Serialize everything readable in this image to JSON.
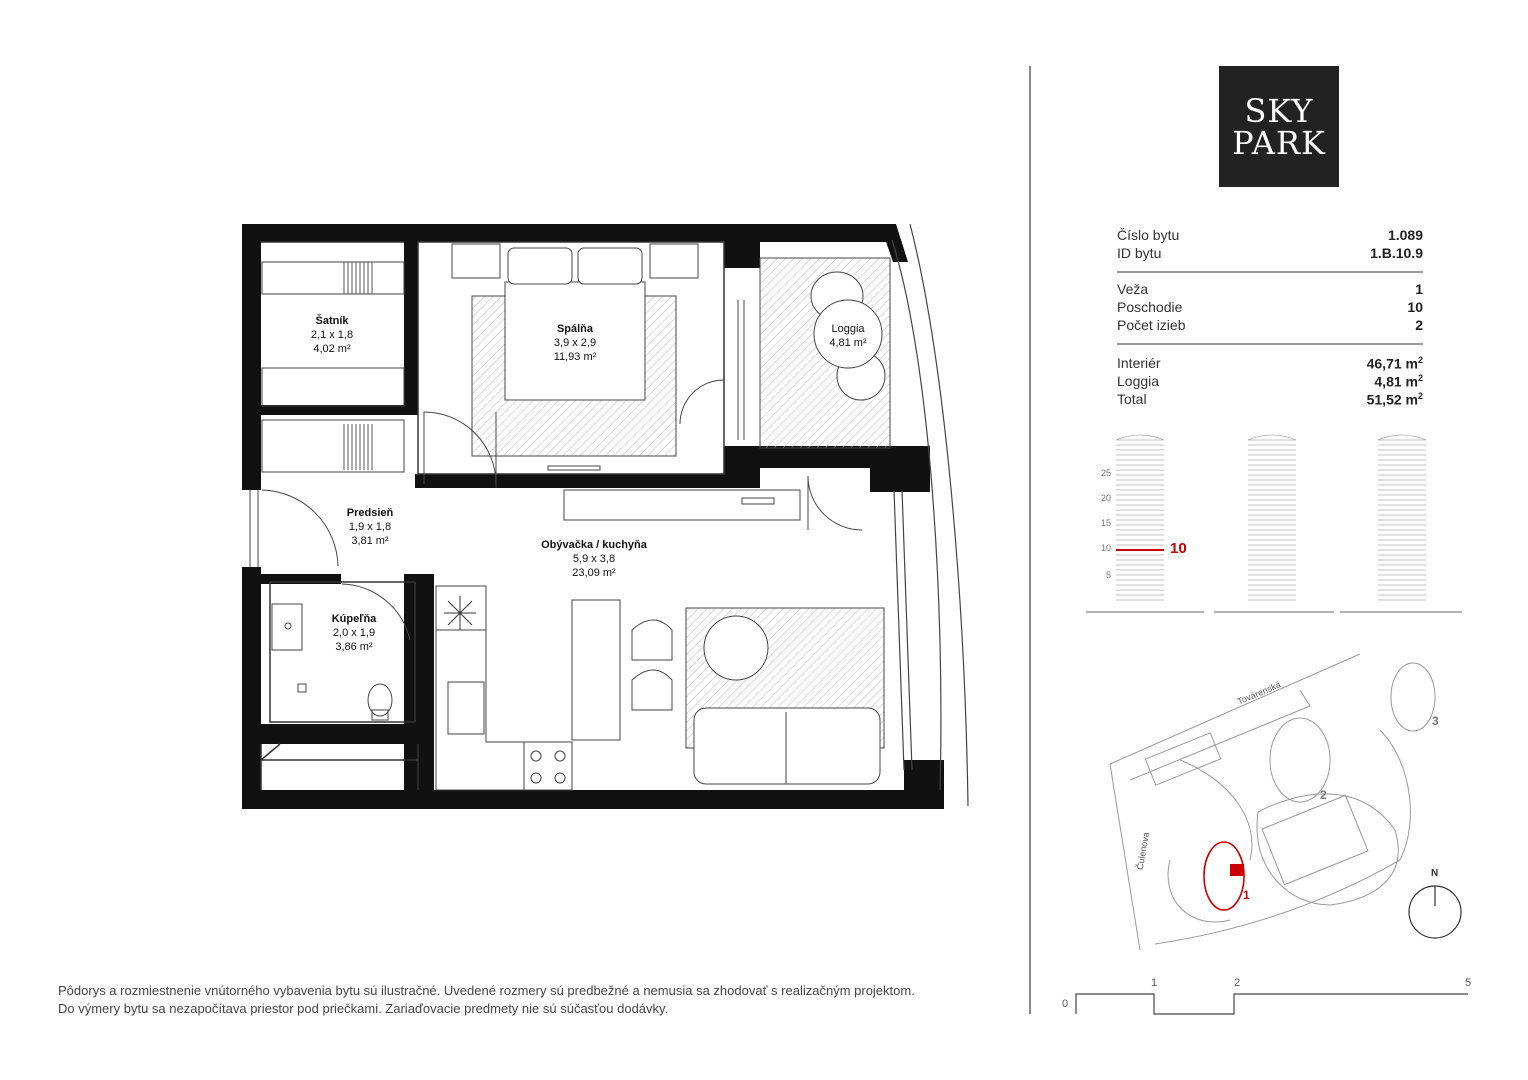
{
  "logo": {
    "line1": "SKY",
    "line2": "PARK"
  },
  "apartment": {
    "cislo_label": "Číslo bytu",
    "cislo_value": "1.089",
    "id_label": "ID bytu",
    "id_value": "1.B.10.9",
    "veza_label": "Veža",
    "veza_value": "1",
    "poschodie_label": "Poschodie",
    "poschodie_value": "10",
    "izby_label": "Počet izieb",
    "izby_value": "2",
    "interier_label": "Interiér",
    "interier_value": "46,71 m",
    "loggia_label": "Loggia",
    "loggia_value": "4,81 m",
    "total_label": "Total",
    "total_value": "51,52 m",
    "area_exp": "2"
  },
  "rooms": {
    "satnik": {
      "name": "Šatník",
      "dims": "2,1 x 1,8",
      "area": "4,02 m²"
    },
    "spalna": {
      "name": "Spálňa",
      "dims": "3,9 x 2,9",
      "area": "11,93 m²"
    },
    "loggia": {
      "name": "Loggia",
      "area": "4,81 m²"
    },
    "predsien": {
      "name": "Predsieň",
      "dims": "1,9 x 1,8",
      "area": "3,81 m²"
    },
    "obyvacka": {
      "name": "Obývačka / kuchyňa",
      "dims": "5,9 x 3,8",
      "area": "23,09 m²"
    },
    "kupelna": {
      "name": "Kúpeľňa",
      "dims": "2,0 x 1,9",
      "area": "3,86 m²"
    }
  },
  "tower_diagram": {
    "floor_ticks": [
      "25",
      "20",
      "15",
      "10",
      "5"
    ],
    "highlight_floor": "10",
    "highlight_color": "#cc0000"
  },
  "site_map": {
    "street_1": "Továrenská",
    "street_2": "Čulenova",
    "tower_1": "1",
    "tower_2": "2",
    "tower_3": "3",
    "north": "N"
  },
  "scale_bar": {
    "labels": [
      "0",
      "1",
      "2",
      "5"
    ]
  },
  "disclaimer": {
    "line1": "Pôdorys a rozmiestnenie vnútorného vybavenia bytu sú ilustračné. Uvedené rozmery sú predbežné a nemusia sa zhodovať s realizačným projektom.",
    "line2": "Do výmery bytu sa nezapočítava priestor pod priečkami. Zariaďovacie predmety nie sú súčasťou dodávky."
  }
}
